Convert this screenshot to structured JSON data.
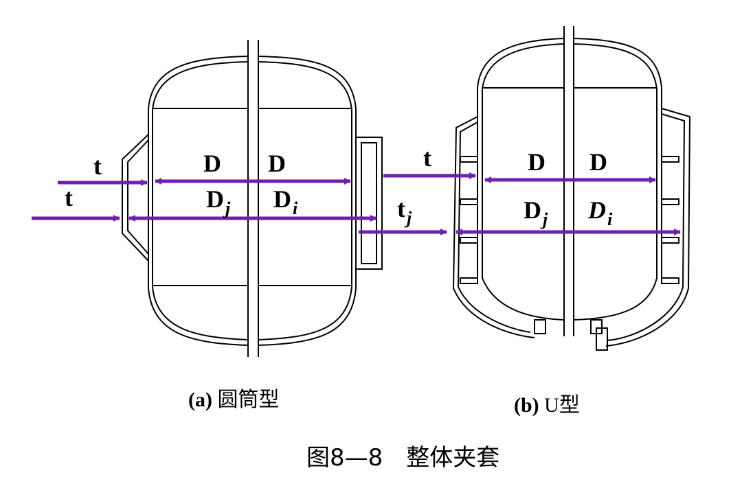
{
  "figure": {
    "accent_color": "#6f1fb0",
    "line_color": "#000000",
    "vessel_a": {
      "caption_tag": "(a)",
      "caption_text": "圆筒型",
      "labels": {
        "t_upper": "t",
        "t_lower": "t",
        "D_left": "D",
        "D_right": "D",
        "Dj_left": "D",
        "Dj_left_sub": "j",
        "Dj_right": "D",
        "Dj_right_sub": "i"
      }
    },
    "vessel_b": {
      "caption_tag": "(b)",
      "caption_text": "U型",
      "labels": {
        "t": "t",
        "tj": "t",
        "tj_sub": "j",
        "D_left": "D",
        "D_right": "D",
        "Dj_left": "D",
        "Dj_left_sub": "j",
        "Dj_right": "D",
        "Dj_right_sub": "i"
      }
    },
    "title": "图8—8　整体夹套"
  }
}
